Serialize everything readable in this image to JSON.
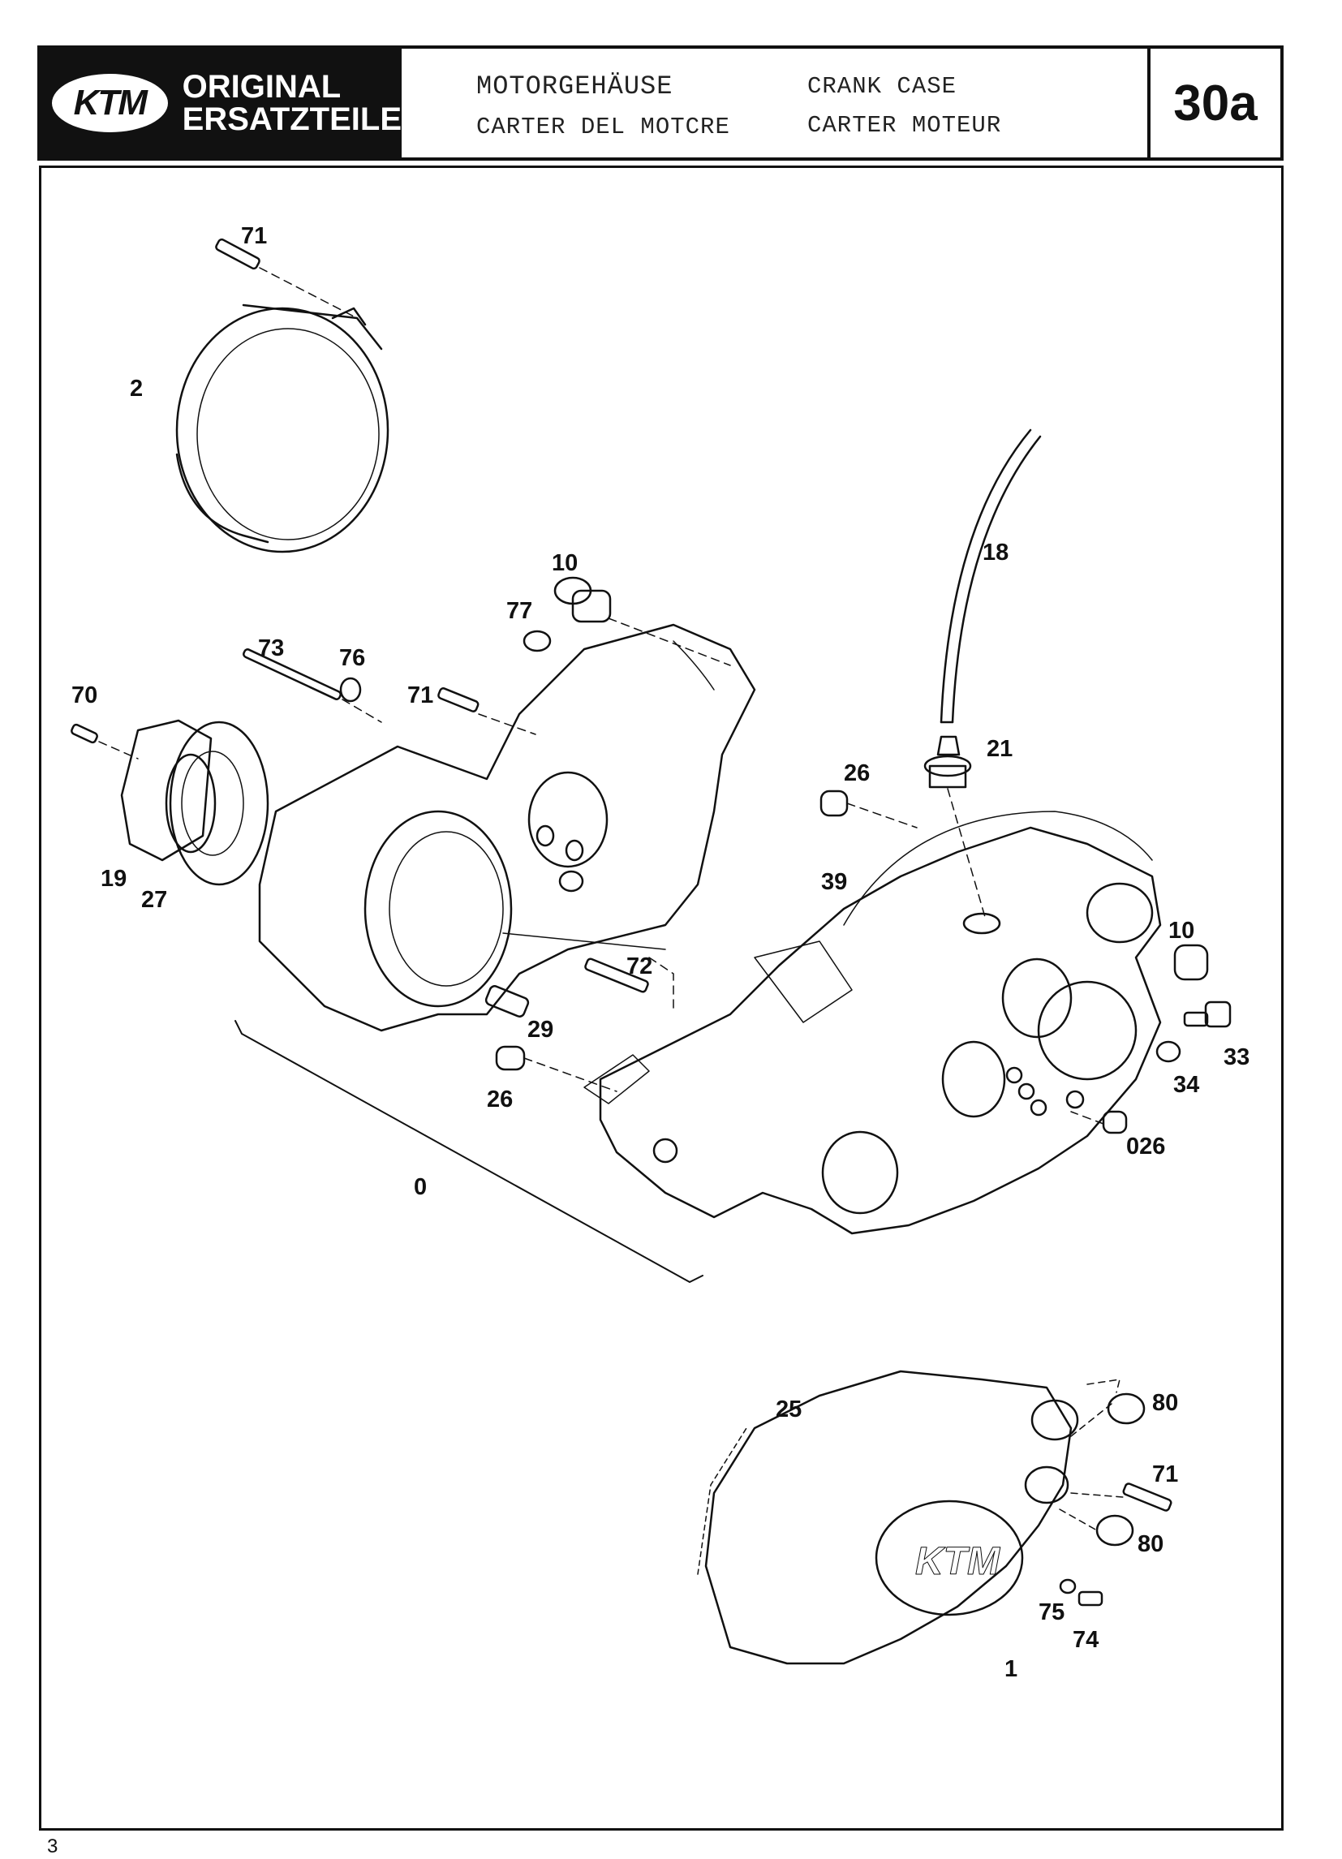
{
  "header": {
    "brand": "KTM",
    "brand_line1": "ORIGINAL",
    "brand_line2": "ERSATZTEILE",
    "title_de": "MOTORGEHÄUSE",
    "title_en": "CRANK CASE",
    "title_it": "CARTER DEL MOTCRE",
    "title_fr": "CARTER MOTEUR",
    "page": "30a"
  },
  "diagram": {
    "callouts": [
      "71",
      "2",
      "18",
      "10",
      "77",
      "73",
      "76",
      "71",
      "70",
      "21",
      "26",
      "19",
      "27",
      "39",
      "10",
      "72",
      "29",
      "33",
      "34",
      "26",
      "026",
      "0",
      "25",
      "80",
      "71",
      "80",
      "75",
      "74",
      "1"
    ],
    "cover_logo": "KTM"
  },
  "footer": {
    "page_number": "3"
  }
}
